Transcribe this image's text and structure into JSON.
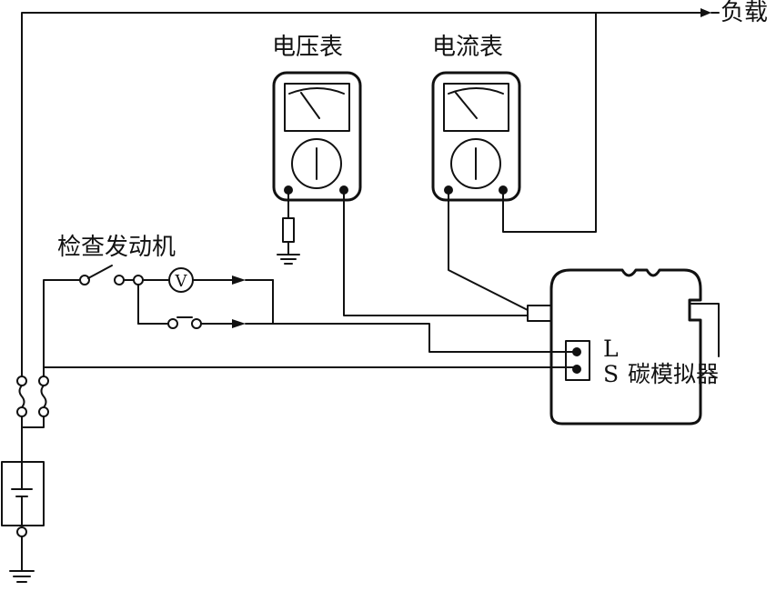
{
  "labels": {
    "load": "负载",
    "voltmeter": "电压表",
    "ammeter": "电流表",
    "check_engine": "检查发动机",
    "carbon_simulator": "碳模拟器",
    "terminal_L": "L",
    "terminal_S": "S",
    "v_symbol": "V"
  }
}
